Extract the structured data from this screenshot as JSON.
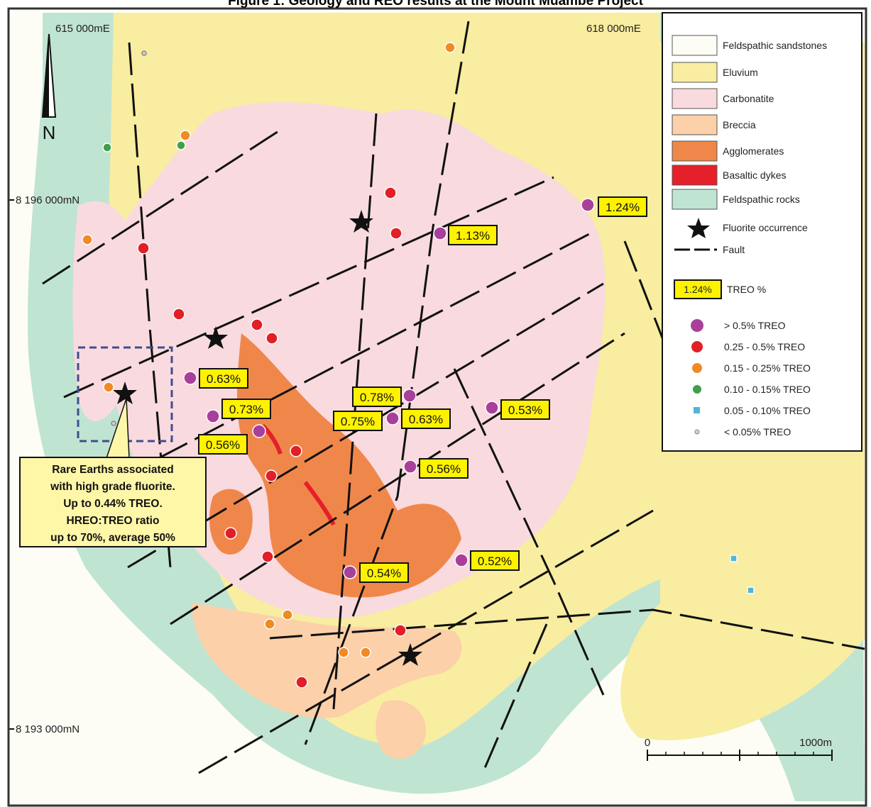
{
  "title": "Figure 1: Geology and REO results at the Mount Muambe Project",
  "coordinates": {
    "easting_left": "615 000mE",
    "easting_right": "618 000mE",
    "northing_top": "8 196 000mN",
    "northing_bottom": "8 193 000mN"
  },
  "north_arrow": "N",
  "legend": {
    "units": [
      {
        "label": "Feldspathic sandstones",
        "color": "#fdfdf6"
      },
      {
        "label": "Eluvium",
        "color": "#f8eda0"
      },
      {
        "label": "Carbonatite",
        "color": "#f9dadf"
      },
      {
        "label": "Breccia",
        "color": "#fcd0a8"
      },
      {
        "label": "Agglomerates",
        "color": "#f0874a"
      },
      {
        "label": "Basaltic dykes",
        "color": "#e5202a"
      },
      {
        "label": "Feldspathic rocks",
        "color": "#c0e4d2"
      }
    ],
    "fluorite": "Fluorite occurrence",
    "fault": "Fault",
    "treo_sample": "1.24%",
    "treo_label": "TREO %",
    "grades": [
      {
        "label": "> 0.5% TREO",
        "color": "#a8409b"
      },
      {
        "label": "0.25 - 0.5% TREO",
        "color": "#e21e26"
      },
      {
        "label": "0.15 - 0.25% TREO",
        "color": "#f08a24"
      },
      {
        "label": "0.10 - 0.15% TREO",
        "color": "#3fa04a"
      },
      {
        "label": "0.05 - 0.10% TREO",
        "color": "#52b5d8"
      },
      {
        "label": "< 0.05% TREO",
        "color": "#d0d0d0"
      }
    ]
  },
  "treo_labels": [
    "1.24%",
    "1.13%",
    "0.63%",
    "0.73%",
    "0.56%",
    "0.78%",
    "0.75%",
    "0.63%",
    "0.53%",
    "0.56%",
    "0.52%",
    "0.54%"
  ],
  "callout": {
    "line1": "Rare Earths associated",
    "line2": "with high grade fluorite.",
    "line3": "Up to 0.44% TREO.",
    "line4": "HREO:TREO ratio",
    "line5": "up to 70%, average 50%"
  },
  "scale_bar": {
    "start": "0",
    "end": "1000m"
  },
  "colors": {
    "label_fill": "#fff200",
    "frame": "#333333"
  }
}
